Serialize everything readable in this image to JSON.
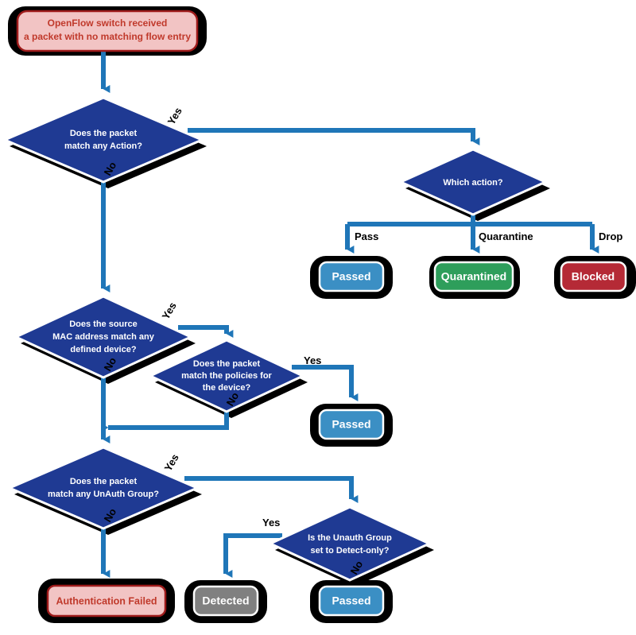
{
  "diagram": {
    "title": "OpenFlow packet authentication flowchart",
    "colors": {
      "connector": "#1f76b8",
      "decision_fill": "#1f3a93",
      "decision_stroke": "#ffffff",
      "shadow": "#000000",
      "start_fill": "#f2c4c4",
      "start_stroke": "#9e1b1b",
      "start_text": "#c0392b",
      "passed_fill": "#3b8fc4",
      "quarantined_fill": "#2e9e5b",
      "blocked_fill": "#b52a36",
      "detected_fill": "#808080",
      "auth_failed_fill": "#f2c4c4",
      "auth_failed_text": "#c0392b",
      "term_text": "#ffffff"
    },
    "nodes": {
      "start": {
        "id": "start",
        "type": "terminator-start",
        "lines": [
          "OpenFlow switch received",
          "a packet with no matching flow entry"
        ]
      },
      "d_action": {
        "id": "d_action",
        "type": "decision",
        "lines": [
          "Does the packet",
          "match any Action?"
        ]
      },
      "d_which": {
        "id": "d_which",
        "type": "decision",
        "lines": [
          "Which action?"
        ]
      },
      "d_mac": {
        "id": "d_mac",
        "type": "decision",
        "lines": [
          "Does the source",
          "MAC address match any",
          "defined device?"
        ]
      },
      "d_policies": {
        "id": "d_policies",
        "type": "decision",
        "lines": [
          "Does the packet",
          "match the policies for",
          "the device?"
        ]
      },
      "d_unauth": {
        "id": "d_unauth",
        "type": "decision",
        "lines": [
          "Does the packet",
          "match any UnAuth Group?"
        ]
      },
      "d_detect": {
        "id": "d_detect",
        "type": "decision",
        "lines": [
          "Is the Unauth Group",
          "set to Detect-only?"
        ]
      },
      "t_passed_a": {
        "id": "t_passed_a",
        "type": "terminator",
        "label": "Passed"
      },
      "t_quarantined": {
        "id": "t_quarantined",
        "type": "terminator",
        "label": "Quarantined"
      },
      "t_blocked": {
        "id": "t_blocked",
        "type": "terminator",
        "label": "Blocked"
      },
      "t_passed_b": {
        "id": "t_passed_b",
        "type": "terminator",
        "label": "Passed"
      },
      "t_auth_failed": {
        "id": "t_auth_failed",
        "type": "terminator",
        "label": "Authentication Failed"
      },
      "t_detected": {
        "id": "t_detected",
        "type": "terminator",
        "label": "Detected"
      },
      "t_passed_c": {
        "id": "t_passed_c",
        "type": "terminator",
        "label": "Passed"
      }
    },
    "edge_labels": {
      "action_yes": "Yes",
      "action_no": "No",
      "which_pass": "Pass",
      "which_quarantine": "Quarantine",
      "which_drop": "Drop",
      "mac_yes": "Yes",
      "mac_no": "No",
      "policies_yes": "Yes",
      "policies_no": "No",
      "unauth_yes": "Yes",
      "unauth_no": "No",
      "detect_yes": "Yes",
      "detect_no": "No"
    }
  }
}
